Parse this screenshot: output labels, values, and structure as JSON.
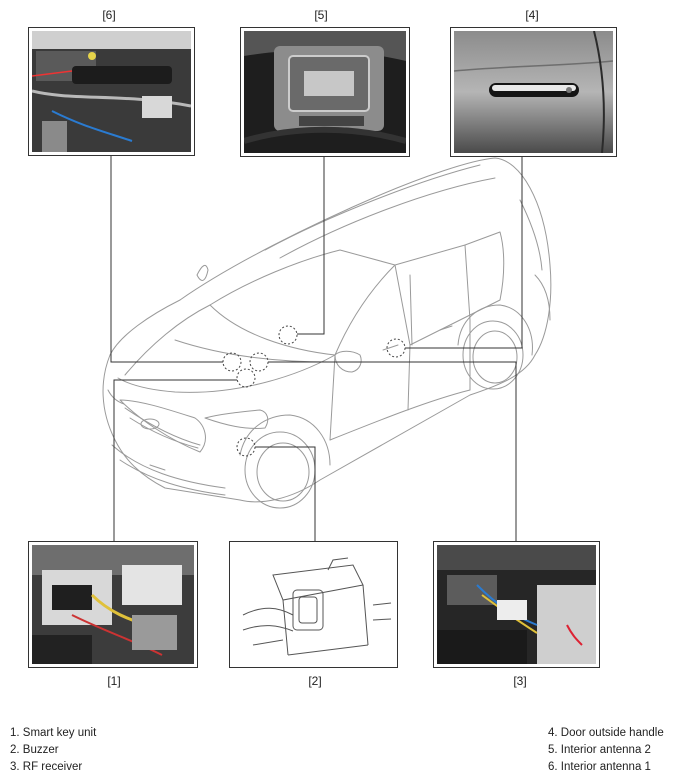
{
  "panels": {
    "p1": {
      "label": "[1]"
    },
    "p2": {
      "label": "[2]"
    },
    "p3": {
      "label": "[3]"
    },
    "p4": {
      "label": "[4]"
    },
    "p5": {
      "label": "[5]"
    },
    "p6": {
      "label": "[6]"
    }
  },
  "legend": {
    "left": [
      "1. Smart key unit",
      "2. Buzzer",
      "3. RF receiver"
    ],
    "right": [
      "4. Door outside handle",
      "5. Interior antenna 2",
      "6. Interior antenna 1"
    ]
  }
}
